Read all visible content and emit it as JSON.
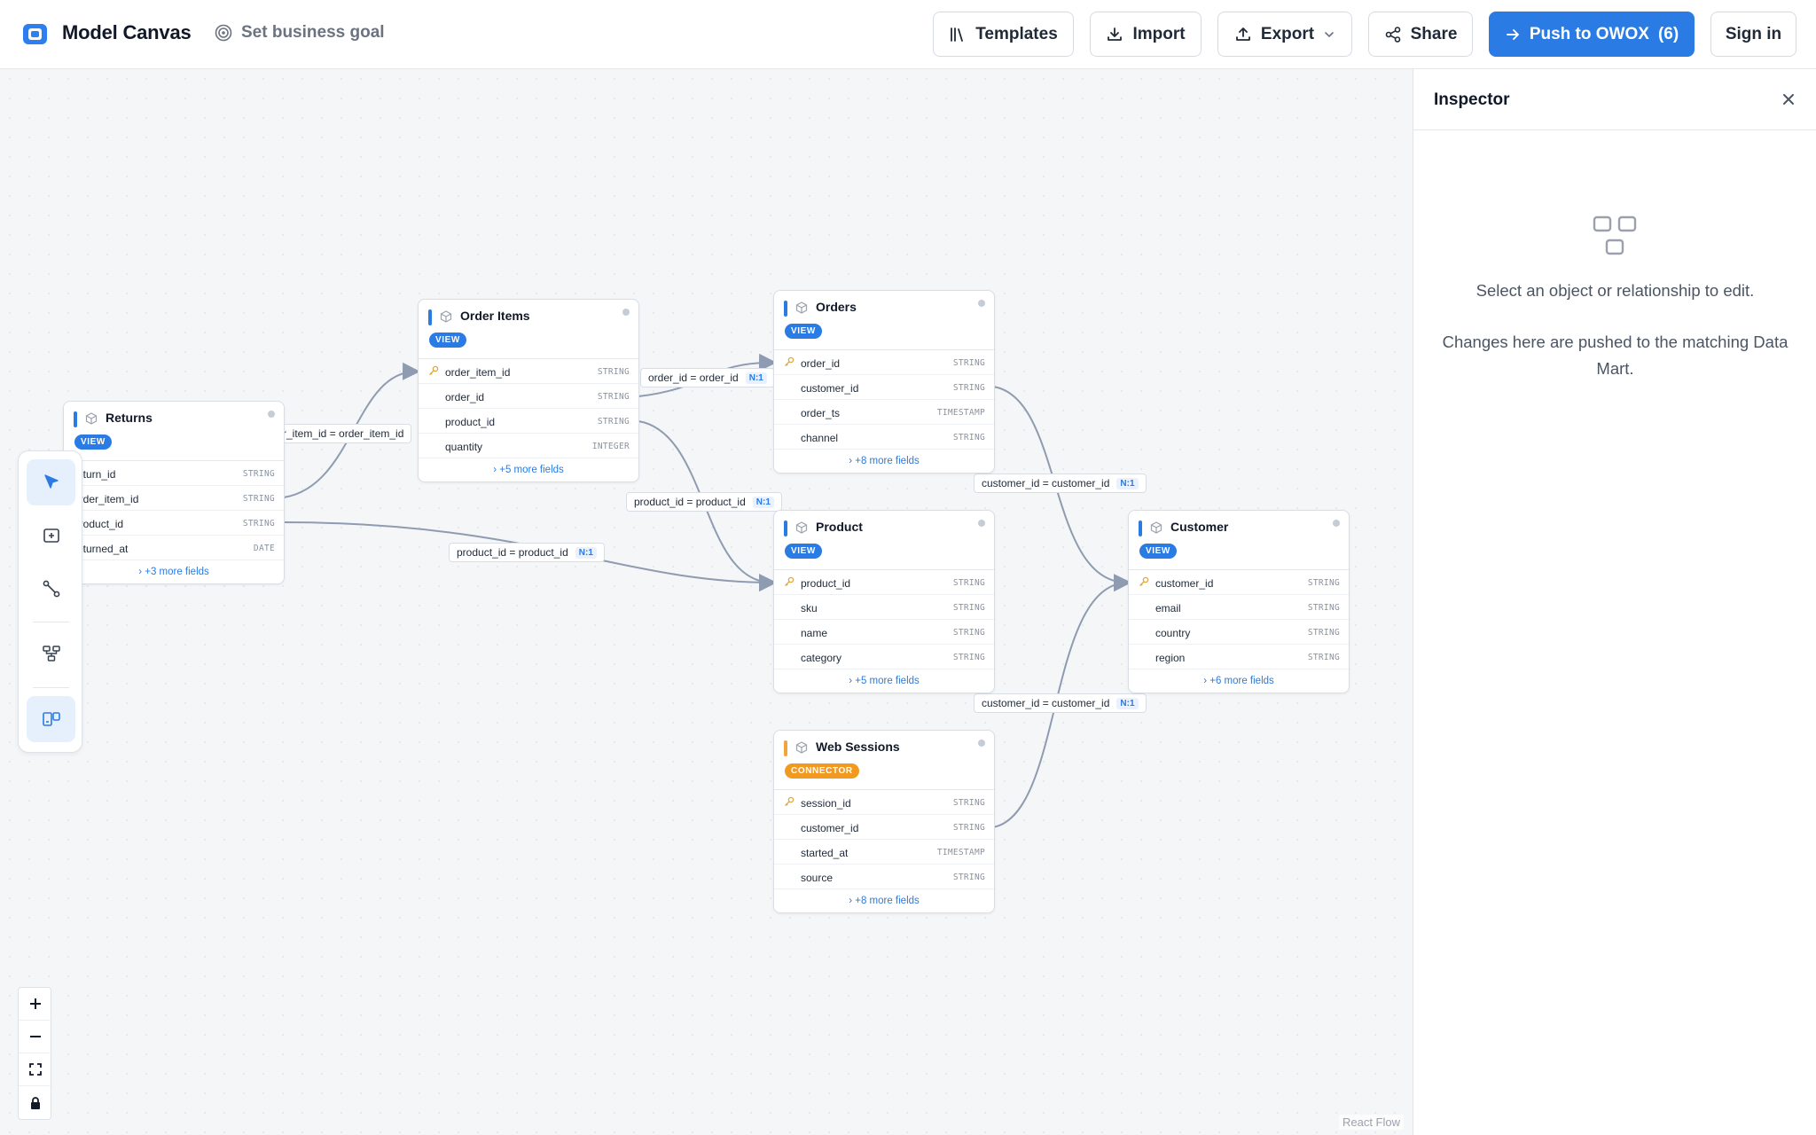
{
  "header": {
    "title": "Model Canvas",
    "goal_label": "Set business goal",
    "templates_label": "Templates",
    "import_label": "Import",
    "export_label": "Export",
    "share_label": "Share",
    "push_label": "Push to OWOX",
    "push_count": "(6)",
    "signin_label": "Sign in"
  },
  "nodes": {
    "returns": {
      "title": "Returns",
      "badge": "VIEW",
      "fields": [
        {
          "name": "return_id",
          "type": "STRING"
        },
        {
          "name": "order_item_id",
          "type": "STRING"
        },
        {
          "name": "product_id",
          "type": "STRING"
        },
        {
          "name": "returned_at",
          "type": "DATE"
        }
      ],
      "more": "+3 more fields"
    },
    "order_items": {
      "title": "Order Items",
      "badge": "VIEW",
      "fields": [
        {
          "name": "order_item_id",
          "type": "STRING"
        },
        {
          "name": "order_id",
          "type": "STRING"
        },
        {
          "name": "product_id",
          "type": "STRING"
        },
        {
          "name": "quantity",
          "type": "INTEGER"
        }
      ],
      "more": "+5 more fields"
    },
    "orders": {
      "title": "Orders",
      "badge": "VIEW",
      "fields": [
        {
          "name": "order_id",
          "type": "STRING"
        },
        {
          "name": "customer_id",
          "type": "STRING"
        },
        {
          "name": "order_ts",
          "type": "TIMESTAMP"
        },
        {
          "name": "channel",
          "type": "STRING"
        }
      ],
      "more": "+8 more fields"
    },
    "product": {
      "title": "Product",
      "badge": "VIEW",
      "fields": [
        {
          "name": "product_id",
          "type": "STRING"
        },
        {
          "name": "sku",
          "type": "STRING"
        },
        {
          "name": "name",
          "type": "STRING"
        },
        {
          "name": "category",
          "type": "STRING"
        }
      ],
      "more": "+5 more fields"
    },
    "customer": {
      "title": "Customer",
      "badge": "VIEW",
      "fields": [
        {
          "name": "customer_id",
          "type": "STRING"
        },
        {
          "name": "email",
          "type": "STRING"
        },
        {
          "name": "country",
          "type": "STRING"
        },
        {
          "name": "region",
          "type": "STRING"
        }
      ],
      "more": "+6 more fields"
    },
    "web_sessions": {
      "title": "Web Sessions",
      "badge": "CONNECTOR",
      "fields": [
        {
          "name": "session_id",
          "type": "STRING"
        },
        {
          "name": "customer_id",
          "type": "STRING"
        },
        {
          "name": "started_at",
          "type": "TIMESTAMP"
        },
        {
          "name": "source",
          "type": "STRING"
        }
      ],
      "more": "+8 more fields"
    }
  },
  "edges": [
    {
      "label": "r_item_id = order_item_id",
      "cardinality": ""
    },
    {
      "label": "order_id = order_id",
      "cardinality": "N:1"
    },
    {
      "label": "product_id = product_id",
      "cardinality": "N:1"
    },
    {
      "label": "product_id = product_id",
      "cardinality": "N:1"
    },
    {
      "label": "customer_id = customer_id",
      "cardinality": "N:1"
    },
    {
      "label": "customer_id = customer_id",
      "cardinality": "N:1"
    }
  ],
  "canvas": {
    "attribution": "React Flow",
    "tools": [
      "select-tool",
      "add-object-tool",
      "connect-tool",
      "layout-tool",
      "panel-tool"
    ],
    "zoom_controls": [
      "zoom-in",
      "zoom-out",
      "fit-view",
      "lock"
    ]
  },
  "inspector": {
    "title": "Inspector",
    "empty_line1": "Select an object or relationship to edit.",
    "empty_line2": "Changes here are pushed to the matching Data Mart."
  },
  "colors": {
    "accent": "#2a7be4",
    "connector": "#f29a1f",
    "edge": "#8f9bb0"
  }
}
